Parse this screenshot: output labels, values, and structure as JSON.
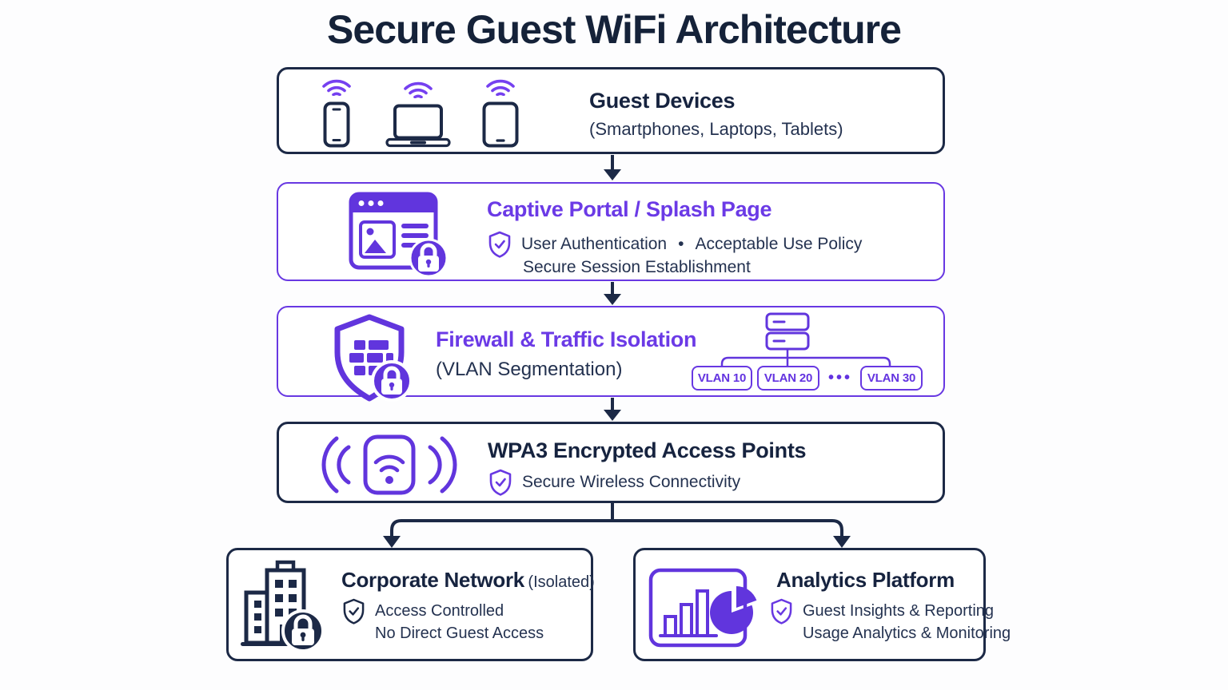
{
  "title": "Secure Guest WiFi Architecture",
  "colors": {
    "navy": "#1c2946",
    "purple": "#6838e2"
  },
  "guest_devices": {
    "title": "Guest Devices",
    "subtitle": "(Smartphones, Laptops, Tablets)"
  },
  "captive_portal": {
    "title": "Captive Portal / Splash Page",
    "feature_a": "User Authentication",
    "bullet": "•",
    "feature_b": "Acceptable Use Policy",
    "feature_line2": "Secure Session Establishment"
  },
  "firewall": {
    "title": "Firewall & Traffic Isolation",
    "subtitle": "(VLAN Segmentation)",
    "vlan_labels": [
      "VLAN 10",
      "VLAN 20",
      "VLAN 30"
    ],
    "ellipsis": "•••"
  },
  "wpa3": {
    "title": "WPA3 Encrypted Access Points",
    "feature": "Secure Wireless Connectivity"
  },
  "corporate": {
    "title": "Corporate Network",
    "qualifier": "(Isolated)",
    "feature_line1": "Access Controlled",
    "feature_line2": "No Direct Guest Access"
  },
  "analytics": {
    "title": "Analytics Platform",
    "feature_line1": "Guest Insights & Reporting",
    "feature_line2": "Usage Analytics & Monitoring"
  }
}
